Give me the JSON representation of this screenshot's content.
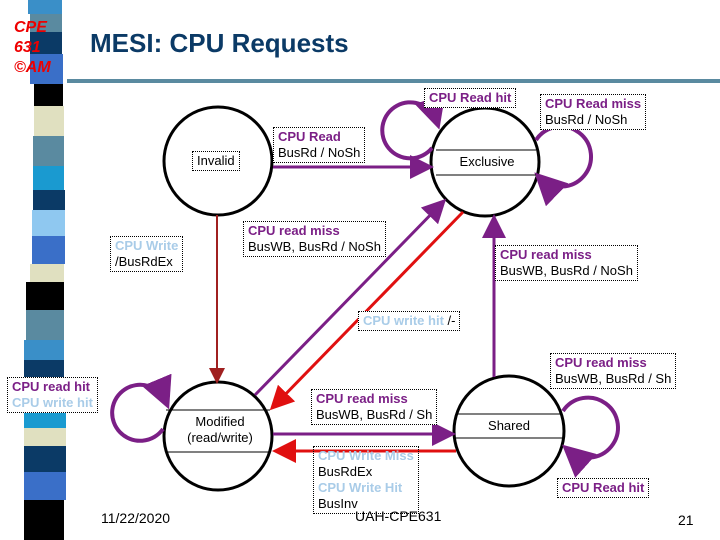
{
  "header": {
    "logo": [
      "CPE",
      "631",
      "©AM"
    ],
    "title": "MESI: CPU Requests"
  },
  "colors": {
    "purple": "#7b1f86",
    "red": "#e01010",
    "darkred": "#a02020",
    "light_blue": "#a9cce8",
    "title": "#0b3a66",
    "rule": "#5a8aa0"
  },
  "states": {
    "invalid": "Invalid",
    "exclusive": "Exclusive",
    "modified": [
      "Modified",
      "(read/write)"
    ],
    "shared": "Shared"
  },
  "transitions": {
    "e_read_hit": {
      "event": "CPU Read hit"
    },
    "e_read_miss": {
      "event": "CPU Read miss",
      "action": "BusRd / NoSh"
    },
    "i_to_e": {
      "event": "CPU Read",
      "action": "BusRd / NoSh"
    },
    "i_to_m": {
      "event": "CPU Write",
      "action": "/BusRdEx"
    },
    "m_to_e": {
      "event": "CPU read miss",
      "action": "BusWB, BusRd / NoSh"
    },
    "s_to_e": {
      "event": "CPU read miss",
      "action": "BusWB, BusRd / NoSh"
    },
    "e_to_m": {
      "event": "CPU write hit",
      "action": "/-"
    },
    "s_read_miss": {
      "event": "CPU read miss",
      "action": "BusWB, BusRd / Sh"
    },
    "m_self": {
      "event1": "CPU read hit",
      "event2": "CPU write hit"
    },
    "m_to_s": {
      "event": "CPU read miss",
      "action": "BusWB, BusRd / Sh"
    },
    "s_to_m": {
      "event1": "CPU Write Miss",
      "action1": "BusRdEx",
      "event2": "CPU Write Hit",
      "action2": "BusInv"
    },
    "s_read_hit": {
      "event": "CPU Read hit"
    }
  },
  "footer": {
    "date": "11/22/2020",
    "course": "UAH-CPE631",
    "page": "21"
  }
}
